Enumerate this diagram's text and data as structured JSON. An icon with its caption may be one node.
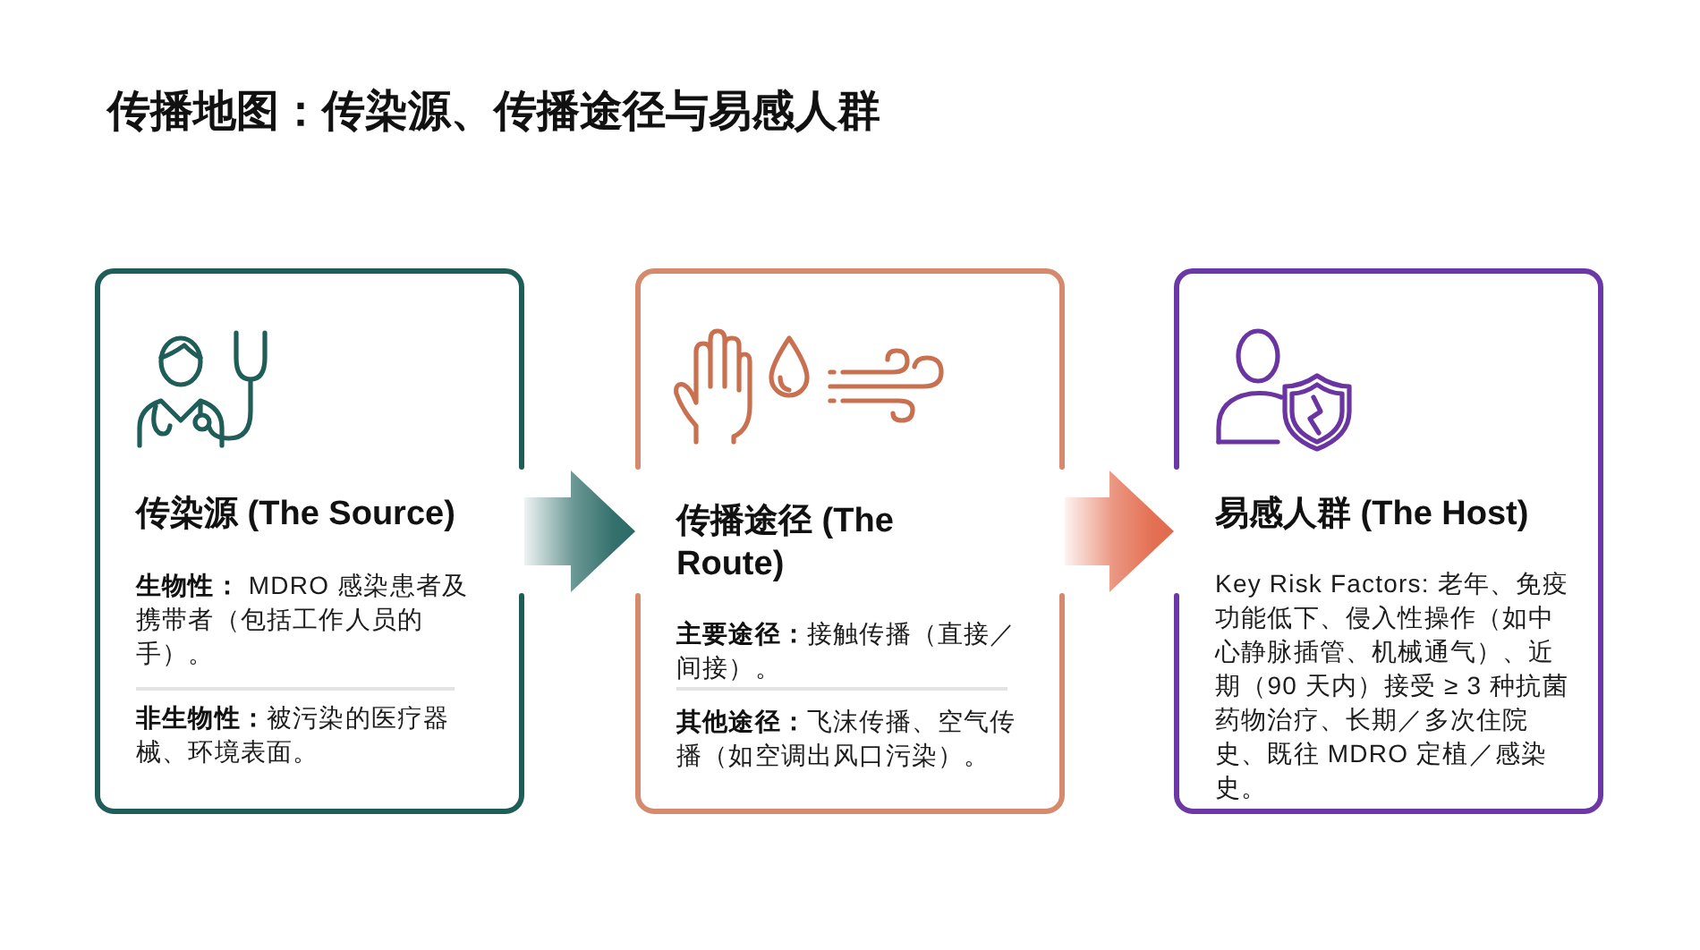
{
  "diagram": {
    "title": "传播地图：传染源、传播途径与易感人群",
    "nodes": [
      {
        "text": [
          "传染源 (The Source)",
          "**生物性：** MDRO 感染患者及携带者（包括工作人员的手）。",
          "**非生物性：**被污染的医疗器械、环境表面。"
        ]
      },
      {
        "text": [
          "传播途径 (The Route)",
          "**主要途径：**接触传播（直接／间接）。",
          "**其他途径：**飞沫传播、空气传播（如空调出风口污染）。"
        ]
      },
      {
        "text": [
          "易感人群 (The Host)",
          "Key Risk Factors: 老年、免疫功能低下、侵入性操作（如中心静脉插管、机械通气）、近期（90 天内）接受 ≥ 3 种抗菌药物治疗、长期／多次住院史、既往 MDRO 定植／感染史。"
        ]
      }
    ],
    "edges": [
      {
        "from": 0,
        "to": 1,
        "arrow": "to",
        "color": "#2a6a65"
      },
      {
        "from": 1,
        "to": 2,
        "arrow": "to",
        "color": "#e2694b"
      }
    ]
  }
}
